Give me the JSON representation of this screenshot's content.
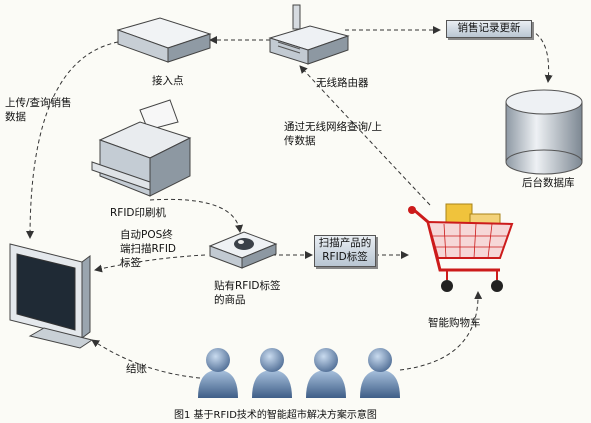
{
  "nodes": {
    "access_point": "接入点",
    "wireless_router": "无线路由器",
    "rfid_printer": "RFID印刷机",
    "backend_db": "后台数据库",
    "tagged_goods": "贴有RFID标签\n的商品",
    "smart_cart": "智能购物车",
    "pos_terminal": ""
  },
  "boxes": {
    "sales_update": "销售记录更新",
    "scan_tag": "扫描产品的\nRFID标签"
  },
  "edge_labels": {
    "upload_query_sales": "上传/查询销售\n数据",
    "wireless_query": "通过无线网络查询/上\n传数据",
    "pos_scan": "自动POS终\n端扫描RFID\n标签",
    "checkout": "结账"
  },
  "caption": "图1 基于RFID技术的智能超市解决方案示意图",
  "colors": {
    "background": "#fbfbf6",
    "box_fill": "#c9d4de",
    "cart_red": "#cc1b1b",
    "person": "#6f8cb2"
  }
}
